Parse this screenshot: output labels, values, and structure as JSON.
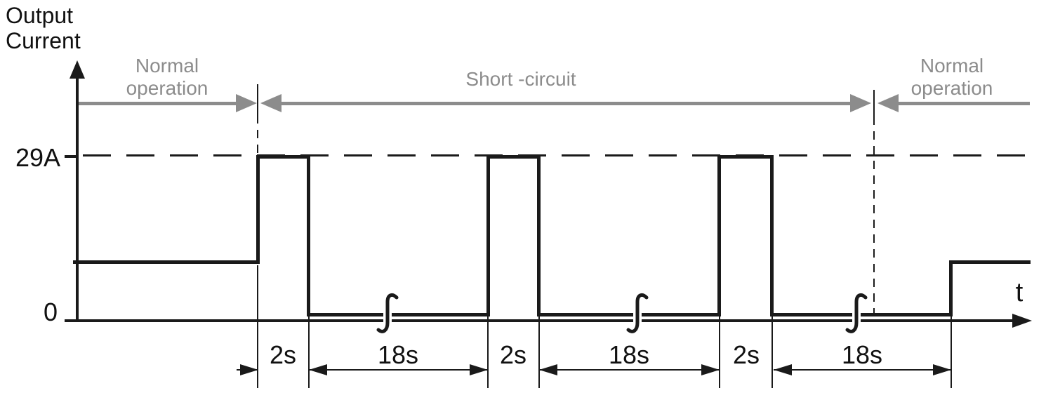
{
  "title": {
    "line1": "Output",
    "line2": "Current"
  },
  "axes": {
    "y_tick_top_label": "29A",
    "y_tick_bottom_label": "0",
    "x_label": "t"
  },
  "regions": {
    "left": {
      "line1": "Normal",
      "line2": "operation"
    },
    "middle": {
      "label": "Short -circuit"
    },
    "right": {
      "line1": "Normal",
      "line2": "operation"
    }
  },
  "dimensions": {
    "d1": "2s",
    "d2": "18s",
    "d3": "2s",
    "d4": "18s",
    "d5": "2s",
    "d6": "18s"
  },
  "waveform": {
    "type": "timing",
    "description": "Output current: normal level during normal operation; during short-circuit, repeating pulses of 29A for 2s followed by ~0A for 18s (3 pulses shown with break symbols), then return to normal level",
    "peak_current": "29A",
    "pulse_on_time": "2s",
    "pulse_off_time": "18s",
    "pulses_shown": 3,
    "sequence": [
      {
        "phase": "Normal operation",
        "level": "normal"
      },
      {
        "phase": "Short -circuit",
        "level": "29A",
        "duration": "2s"
      },
      {
        "phase": "Short -circuit",
        "level": "0",
        "duration": "18s"
      },
      {
        "phase": "Short -circuit",
        "level": "29A",
        "duration": "2s"
      },
      {
        "phase": "Short -circuit",
        "level": "0",
        "duration": "18s"
      },
      {
        "phase": "Short -circuit",
        "level": "29A",
        "duration": "2s"
      },
      {
        "phase": "Short -circuit",
        "level": "0",
        "duration": "18s"
      },
      {
        "phase": "Normal operation",
        "level": "normal"
      }
    ]
  },
  "colors": {
    "line_black": "#1a1a1a",
    "annotation_gray": "#8c8c8c",
    "background": "#ffffff"
  }
}
